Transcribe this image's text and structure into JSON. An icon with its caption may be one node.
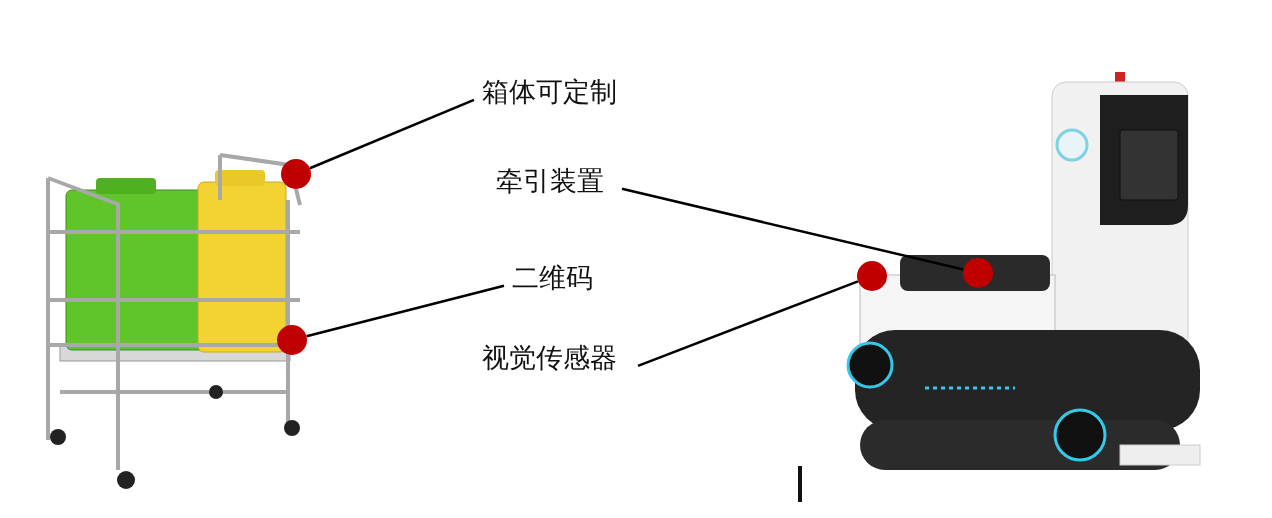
{
  "diagram": {
    "nodes": [
      {
        "text": [
          "箱体可定制"
        ]
      },
      {
        "text": [
          "牵引装置"
        ]
      },
      {
        "text": [
          "二维码"
        ]
      },
      {
        "text": [
          "视觉传感器"
        ]
      },
      {
        "text": [],
        "shape": "circle"
      },
      {
        "text": [],
        "shape": "circle"
      },
      {
        "text": [],
        "shape": "circle"
      },
      {
        "text": [],
        "shape": "circle"
      }
    ],
    "edges": [
      {
        "from": 0,
        "to": 4,
        "arrow": "none"
      },
      {
        "from": 1,
        "to": 5,
        "arrow": "none"
      },
      {
        "from": 2,
        "to": 6,
        "arrow": "none"
      },
      {
        "from": 3,
        "to": 7,
        "arrow": "none"
      }
    ]
  }
}
